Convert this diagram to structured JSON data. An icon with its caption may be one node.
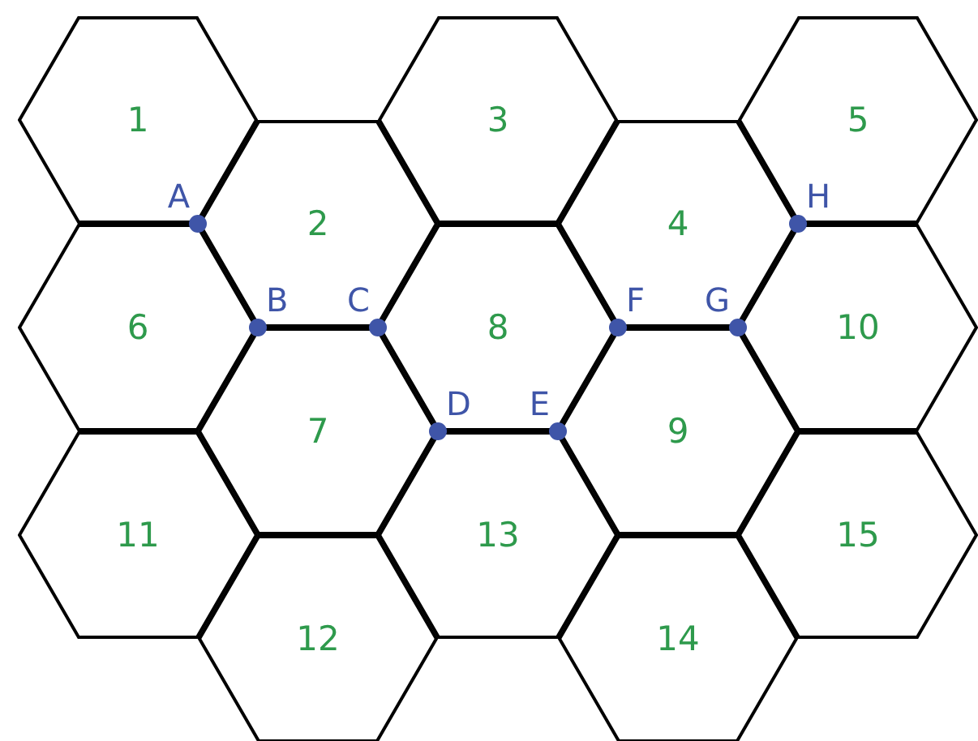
{
  "diagram": {
    "nodes": [
      {
        "text": [
          "1"
        ]
      },
      {
        "text": [
          "2"
        ]
      },
      {
        "text": [
          "3"
        ]
      },
      {
        "text": [
          "4"
        ]
      },
      {
        "text": [
          "5"
        ]
      },
      {
        "text": [
          "6"
        ]
      },
      {
        "text": [
          "7"
        ]
      },
      {
        "text": [
          "8"
        ]
      },
      {
        "text": [
          "9"
        ]
      },
      {
        "text": [
          "10"
        ]
      },
      {
        "text": [
          "11"
        ]
      },
      {
        "text": [
          "12"
        ]
      },
      {
        "text": [
          "13"
        ]
      },
      {
        "text": [
          "14"
        ]
      },
      {
        "text": [
          "15"
        ]
      },
      {
        "text": [
          "A"
        ]
      },
      {
        "text": [
          "B"
        ]
      },
      {
        "text": [
          "C"
        ]
      },
      {
        "text": [
          "D"
        ]
      },
      {
        "text": [
          "E"
        ]
      },
      {
        "text": [
          "F"
        ]
      },
      {
        "text": [
          "G"
        ]
      },
      {
        "text": [
          "H"
        ]
      }
    ],
    "edges": []
  }
}
